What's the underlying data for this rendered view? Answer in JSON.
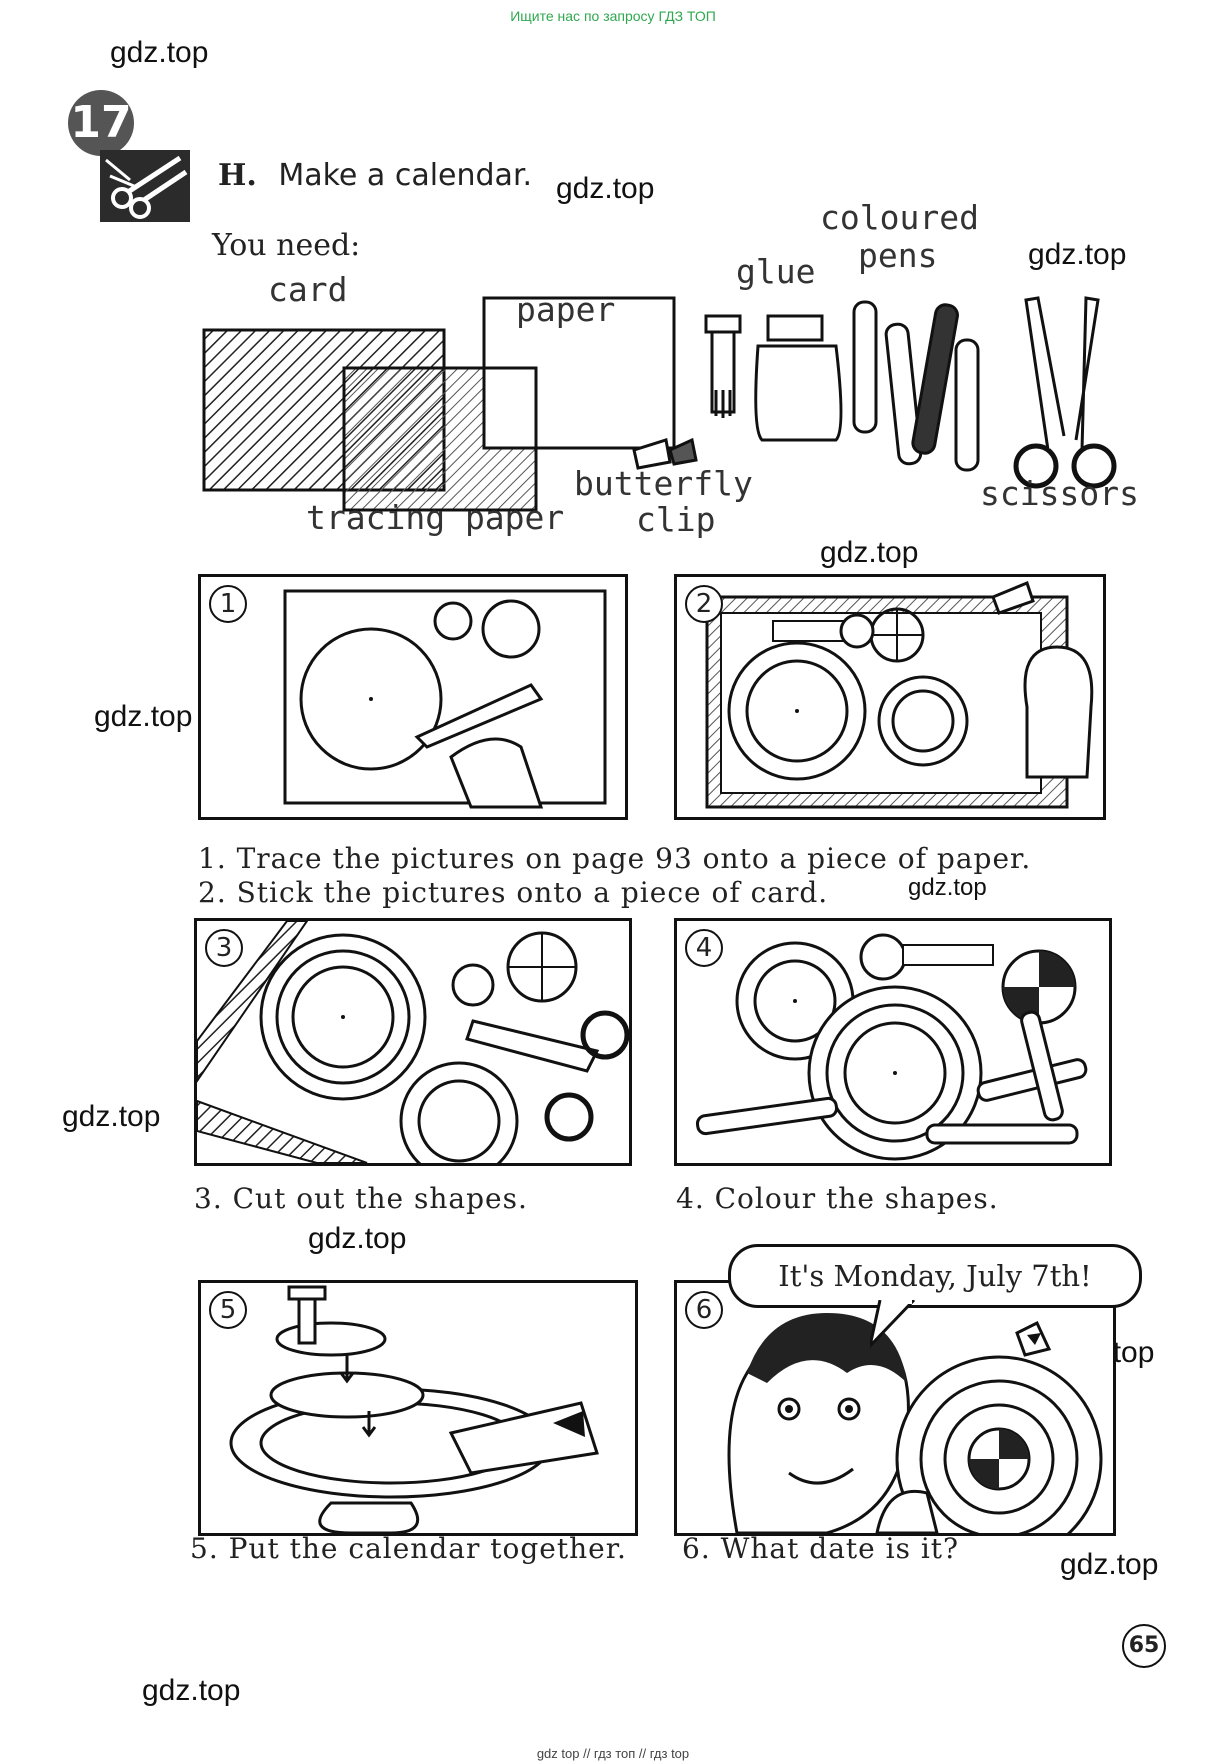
{
  "top_note": "Ищите нас по запросу ГДЗ ТОП",
  "footer_note": "gdz top  //  гдз топ  //  гдз top",
  "watermark": "gdz.top",
  "unit_number": "17",
  "heading": {
    "letter": "H.",
    "text": "Make a calendar."
  },
  "you_need": "You need:",
  "materials": {
    "card": "card",
    "paper": "paper",
    "tracing_paper": "tracing paper",
    "glue": "glue",
    "coloured": "coloured",
    "pens": "pens",
    "butterfly": "butterfly",
    "clip": "clip",
    "scissors": "scissors"
  },
  "steps": [
    {
      "number": "1",
      "text": "1. Trace the pictures on page 93 onto a piece of paper."
    },
    {
      "number": "2",
      "text": "2. Stick the pictures onto a piece of card."
    },
    {
      "number": "3",
      "text": "3. Cut out the shapes."
    },
    {
      "number": "4",
      "text": "4. Colour the shapes."
    },
    {
      "number": "5",
      "text": "5. Put the calendar together."
    },
    {
      "number": "6",
      "text": "6. What date is it?"
    }
  ],
  "speech_bubble": "It's Monday, July 7th!",
  "page_number": "65"
}
